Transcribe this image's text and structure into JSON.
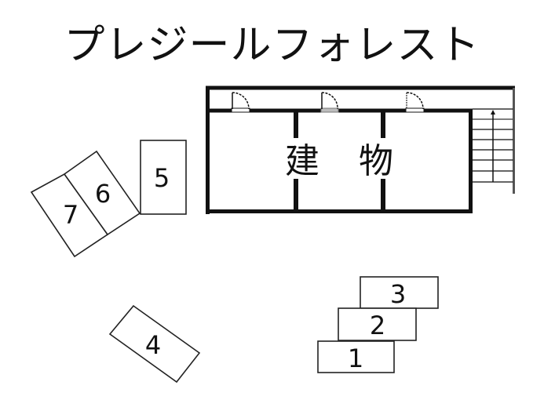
{
  "title": "プレジールフォレスト",
  "building": {
    "label_1": "建",
    "label_2": "物",
    "doors": 3,
    "units": 3,
    "stair_treads": 8
  },
  "parking_spaces": [
    {
      "number": "1",
      "label": "1"
    },
    {
      "number": "2",
      "label": "2"
    },
    {
      "number": "3",
      "label": "3"
    },
    {
      "number": "4",
      "label": "4"
    },
    {
      "number": "5",
      "label": "5"
    },
    {
      "number": "6",
      "label": "6"
    },
    {
      "number": "7",
      "label": "7"
    }
  ],
  "colors": {
    "line": "#111111",
    "background": "#ffffff",
    "door_fill": "#bdbdbd"
  }
}
